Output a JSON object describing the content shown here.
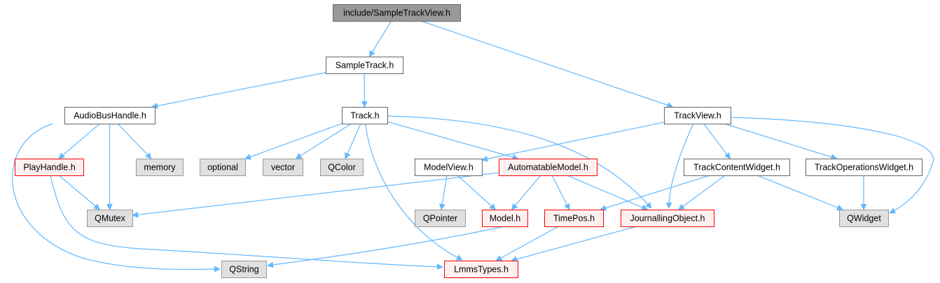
{
  "styles": {
    "root": {
      "fill": "#999999",
      "stroke": "#666666"
    },
    "normal": {
      "fill": "#ffffff",
      "stroke": "#666666"
    },
    "external": {
      "fill": "#e0e0e0",
      "stroke": "#999999"
    },
    "truncated": {
      "fill": "#fff0f0",
      "stroke": "#ff0000"
    },
    "edge_color": "#63b8ff"
  },
  "nodes": [
    {
      "id": "n0",
      "label": "include/SampleTrackView.h",
      "style": "root"
    },
    {
      "id": "n1",
      "label": "SampleTrack.h",
      "style": "normal"
    },
    {
      "id": "n2",
      "label": "TrackView.h",
      "style": "normal"
    },
    {
      "id": "n3",
      "label": "AudioBusHandle.h",
      "style": "normal"
    },
    {
      "id": "n4",
      "label": "Track.h",
      "style": "normal"
    },
    {
      "id": "n5",
      "label": "PlayHandle.h",
      "style": "truncated"
    },
    {
      "id": "n6",
      "label": "memory",
      "style": "external"
    },
    {
      "id": "n7",
      "label": "optional",
      "style": "external"
    },
    {
      "id": "n8",
      "label": "vector",
      "style": "external"
    },
    {
      "id": "n9",
      "label": "QColor",
      "style": "external"
    },
    {
      "id": "n10",
      "label": "ModelView.h",
      "style": "normal"
    },
    {
      "id": "n11",
      "label": "AutomatableModel.h",
      "style": "truncated"
    },
    {
      "id": "n12",
      "label": "TrackContentWidget.h",
      "style": "normal"
    },
    {
      "id": "n13",
      "label": "TrackOperationsWidget.h",
      "style": "normal"
    },
    {
      "id": "n14",
      "label": "QMutex",
      "style": "external"
    },
    {
      "id": "n15",
      "label": "QPointer",
      "style": "external"
    },
    {
      "id": "n16",
      "label": "Model.h",
      "style": "truncated"
    },
    {
      "id": "n17",
      "label": "TimePos.h",
      "style": "truncated"
    },
    {
      "id": "n18",
      "label": "JournallingObject.h",
      "style": "truncated"
    },
    {
      "id": "n19",
      "label": "QWidget",
      "style": "external"
    },
    {
      "id": "n20",
      "label": "QString",
      "style": "external"
    },
    {
      "id": "n21",
      "label": "LmmsTypes.h",
      "style": "truncated"
    }
  ],
  "edges": [
    [
      "n0",
      "n1"
    ],
    [
      "n0",
      "n2"
    ],
    [
      "n1",
      "n3"
    ],
    [
      "n1",
      "n4"
    ],
    [
      "n3",
      "n5"
    ],
    [
      "n3",
      "n6"
    ],
    [
      "n3",
      "n14"
    ],
    [
      "n3",
      "n20"
    ],
    [
      "n4",
      "n7"
    ],
    [
      "n4",
      "n8"
    ],
    [
      "n4",
      "n9"
    ],
    [
      "n4",
      "n11"
    ],
    [
      "n4",
      "n18"
    ],
    [
      "n4",
      "n21"
    ],
    [
      "n2",
      "n10"
    ],
    [
      "n2",
      "n18"
    ],
    [
      "n2",
      "n12"
    ],
    [
      "n2",
      "n13"
    ],
    [
      "n2",
      "n19"
    ],
    [
      "n5",
      "n14"
    ],
    [
      "n5",
      "n21"
    ],
    [
      "n10",
      "n15"
    ],
    [
      "n10",
      "n16"
    ],
    [
      "n11",
      "n14"
    ],
    [
      "n11",
      "n16"
    ],
    [
      "n11",
      "n17"
    ],
    [
      "n11",
      "n18"
    ],
    [
      "n12",
      "n17"
    ],
    [
      "n12",
      "n18"
    ],
    [
      "n12",
      "n19"
    ],
    [
      "n13",
      "n19"
    ],
    [
      "n16",
      "n20"
    ],
    [
      "n17",
      "n21"
    ],
    [
      "n18",
      "n21"
    ]
  ]
}
